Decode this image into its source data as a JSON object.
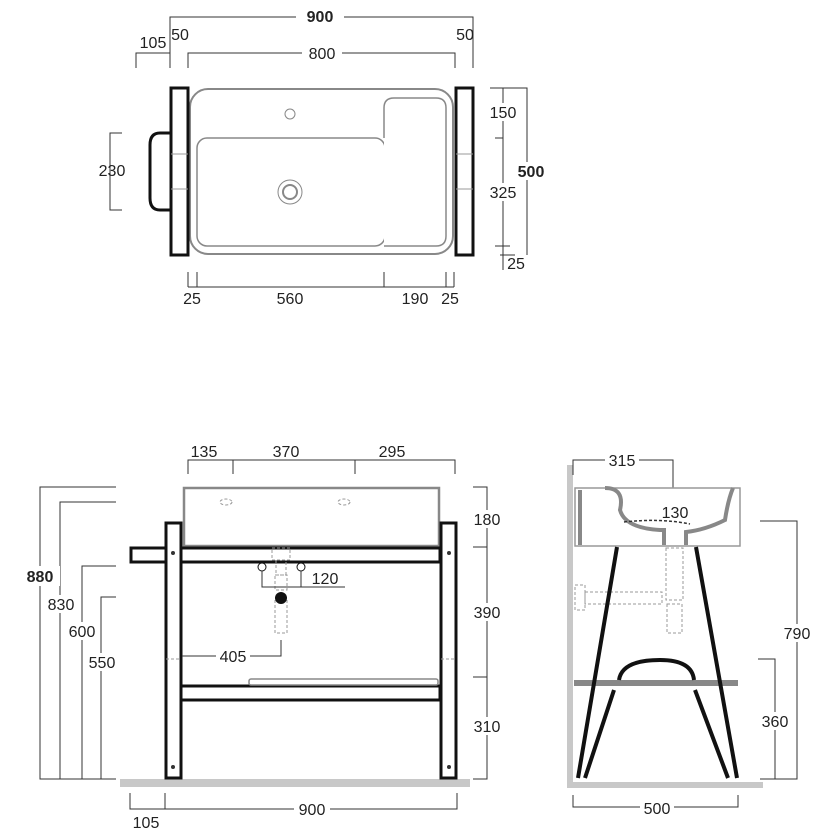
{
  "top_view": {
    "overall_width": "900",
    "inner_width": "800",
    "bracket_left": "50",
    "bracket_right": "50",
    "towel_offset": "105",
    "towel_height": "230",
    "depth_total": "500",
    "depth_back": "150",
    "depth_mid": "325",
    "depth_front": "25",
    "bottom_dims": [
      "25",
      "560",
      "190",
      "25"
    ]
  },
  "front_view": {
    "tap_dims": [
      "135",
      "370",
      "295"
    ],
    "height_total": "880",
    "height_830": "830",
    "height_600": "600",
    "height_550": "550",
    "right_dims": [
      "180",
      "390",
      "310"
    ],
    "valve_spacing": "120",
    "drain_offset": "405",
    "width": "900",
    "towel_offset": "105"
  },
  "side_view": {
    "depth_drain": "315",
    "bowl_depth": "130",
    "height_basin": "790",
    "height_shelf": "360",
    "leg_depth": "500"
  },
  "colors": {
    "line": "#111111",
    "basin": "#888888",
    "floor": "#c8c8c8"
  }
}
